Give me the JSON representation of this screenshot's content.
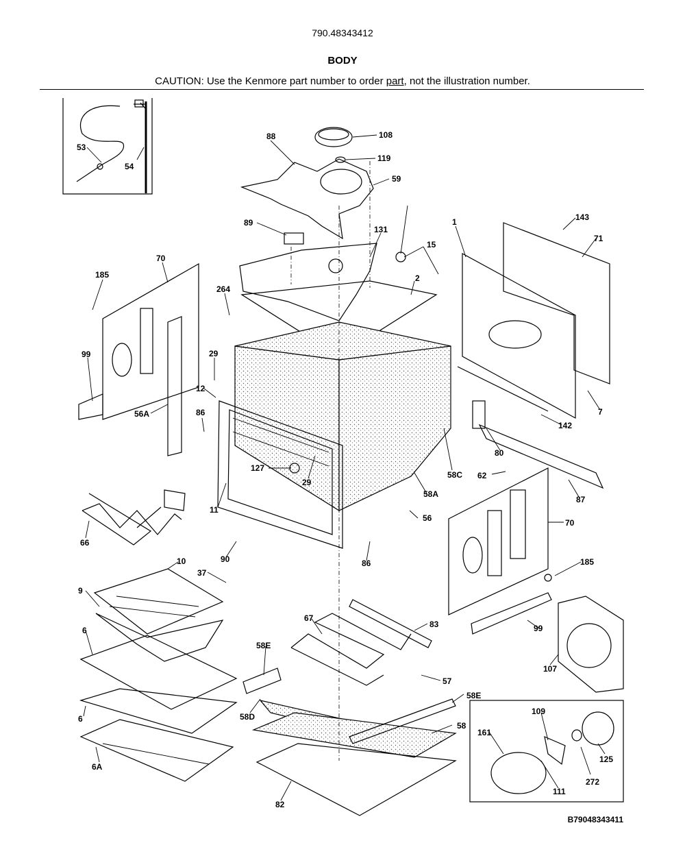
{
  "header": {
    "model_number": "790.48343412",
    "section_title": "BODY",
    "caution_prefix": "CAUTION: Use the Kenmore part number to order ",
    "caution_part": "part",
    "caution_suffix": ", not the illustration number."
  },
  "footer": {
    "drawing_code": "B79048343411"
  },
  "callouts": [
    "53",
    "54",
    "88",
    "108",
    "119",
    "59",
    "89",
    "131",
    "15",
    "1",
    "143",
    "71",
    "70",
    "185",
    "264",
    "2",
    "99",
    "29",
    "12",
    "56A",
    "86",
    "7",
    "142",
    "80",
    "127",
    "29",
    "58C",
    "62",
    "87",
    "11",
    "58A",
    "66",
    "56",
    "70",
    "90",
    "37",
    "86",
    "10",
    "185",
    "9",
    "67",
    "83",
    "99",
    "58E",
    "6",
    "57",
    "107",
    "58E",
    "58D",
    "6",
    "58",
    "109",
    "161",
    "125",
    "6A",
    "272",
    "111",
    "82"
  ]
}
